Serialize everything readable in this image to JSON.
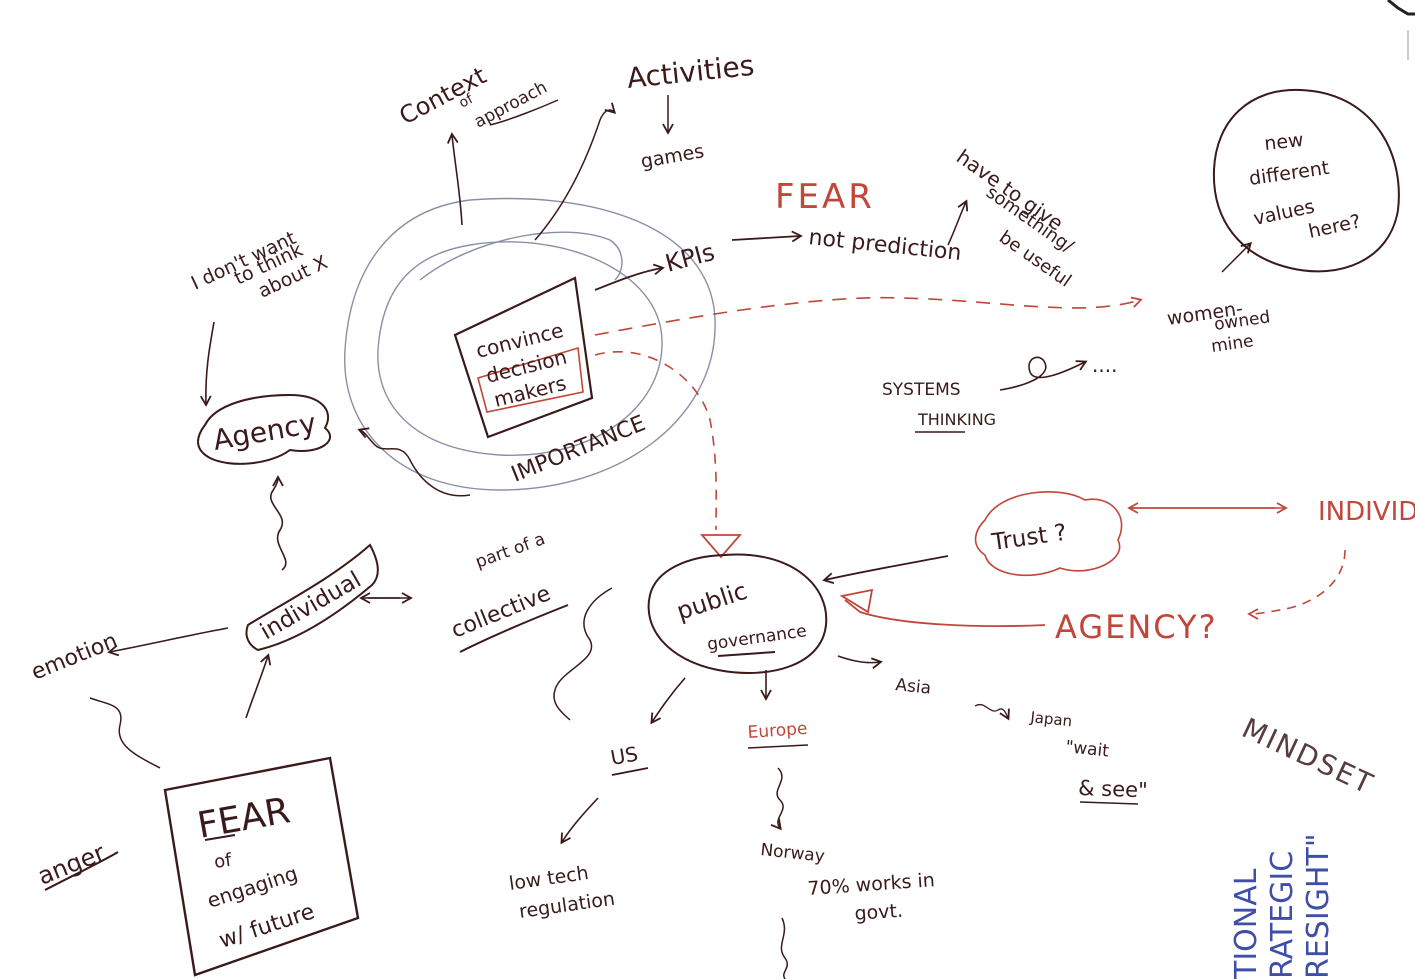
{
  "colors": {
    "ink": "#3a1a1a",
    "red": "#c0473a",
    "blue": "#3f4fa8",
    "circle": "#8a8fa8"
  },
  "labels": {
    "context": "Context",
    "of_approach_of": "of",
    "of_approach": "approach",
    "activities": "Activities",
    "games": "games",
    "dont_want_1": "I don't want",
    "dont_want_2": "to think",
    "dont_want_3": "about X",
    "agency": "Agency",
    "convince_1": "convince",
    "convince_2": "decision",
    "convince_3": "makers",
    "importance": "IMPORTANCE",
    "kpis": "KPIs",
    "not_prediction": "not prediction",
    "fear_top": "FEAR",
    "have_give_1": "have to give",
    "have_give_2": "something/",
    "have_give_3": "be useful",
    "new_values_1": "new",
    "new_values_2": "different",
    "new_values_3": "values",
    "new_values_4": "here?",
    "women_1": "women-",
    "women_2": "owned",
    "women_3": "mine",
    "systems": "SYSTEMS",
    "thinking": "THINKING",
    "dots": "....",
    "trust": "Trust ?",
    "individ_red": "INDIVIDU",
    "agency_red": "AGENCY?",
    "individual": "individual",
    "part_of_a": "part of a",
    "collective": "collective",
    "public": "public",
    "governance": "governance",
    "emotion": "emotion",
    "asia": "Asia",
    "japan": "Japan",
    "wait": "\"wait",
    "and_see": "& see\"",
    "us": "US",
    "europe": "Europe",
    "norway": "Norway",
    "low_tech_1": "low tech",
    "low_tech_2": "regulation",
    "govt_1": "70% works in",
    "govt_2": "govt.",
    "fear_box_1": "FEAR",
    "fear_box_2": "of",
    "fear_box_3": "engaging",
    "fear_box_4": "w/ future",
    "anger": "anger",
    "mindset": "MINDSET",
    "blue_1": "TIONAL",
    "blue_2": "RATEGIC",
    "blue_3": "RESIGHT\""
  }
}
